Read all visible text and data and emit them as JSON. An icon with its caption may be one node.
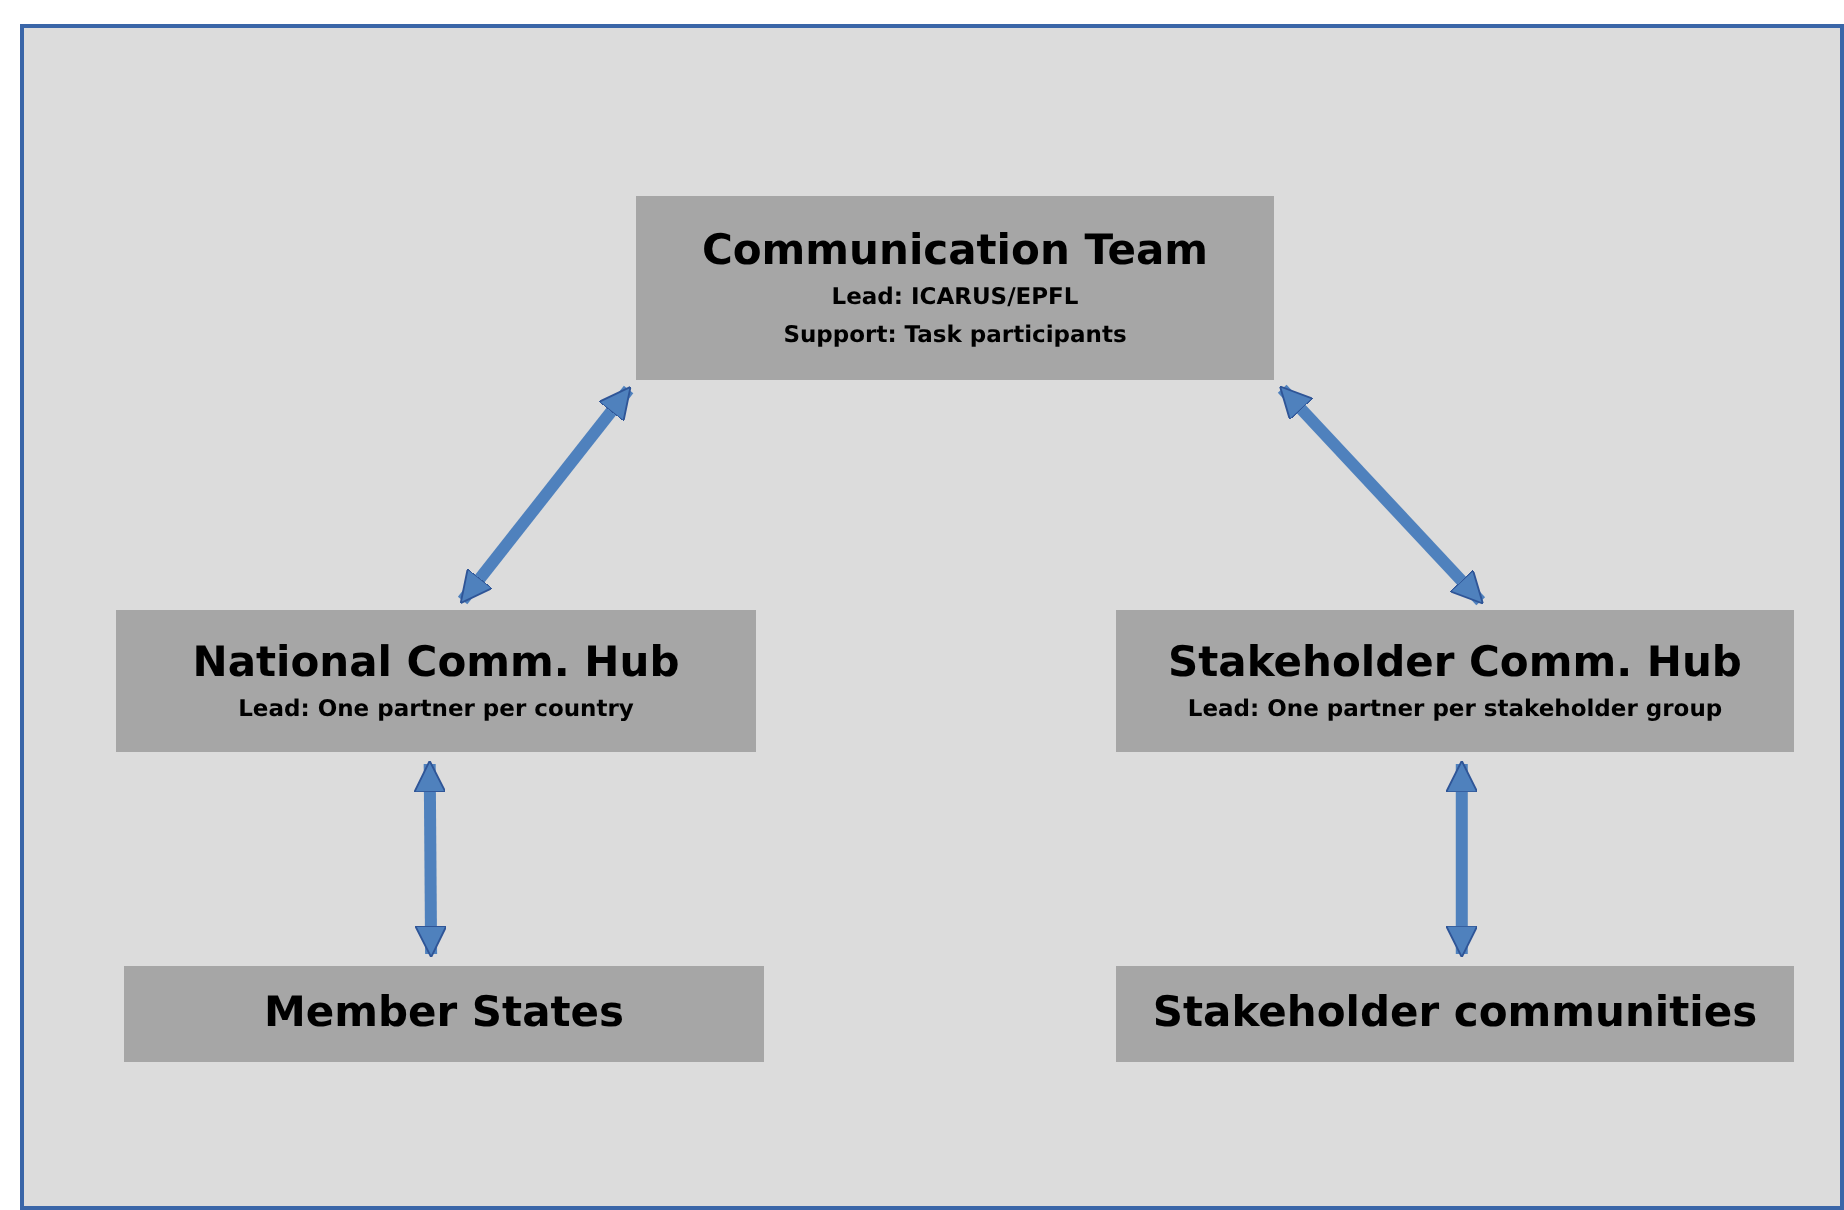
{
  "diagram": {
    "nodes": [
      {
        "text": [
          "Communication Team",
          "Lead: ICARUS/EPFL",
          "Support: Task participants"
        ]
      },
      {
        "text": [
          "National Comm. Hub",
          "Lead: One partner per country"
        ]
      },
      {
        "text": [
          "Stakeholder Comm. Hub",
          "Lead: One partner per stakeholder group"
        ]
      },
      {
        "text": [
          "Member States"
        ]
      },
      {
        "text": [
          "Stakeholder communities"
        ]
      }
    ],
    "edges": [
      {
        "from": 0,
        "to": 1,
        "arrow": "both"
      },
      {
        "from": 0,
        "to": 2,
        "arrow": "both"
      },
      {
        "from": 1,
        "to": 3,
        "arrow": "both"
      },
      {
        "from": 2,
        "to": 4,
        "arrow": "both"
      }
    ]
  }
}
